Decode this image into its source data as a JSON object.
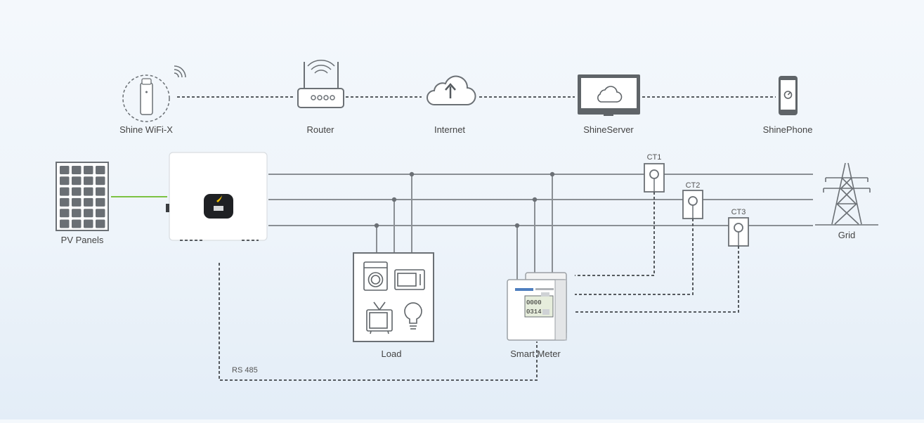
{
  "communication": {
    "wifi_label": "Shine WiFi-X",
    "router_label": "Router",
    "internet_label": "Internet",
    "server_label": "ShineServer",
    "phone_label": "ShinePhone"
  },
  "power": {
    "pv_label": "PV Panels",
    "load_label": "Load",
    "meter_label": "Smart Meter",
    "grid_label": "Grid",
    "ct1_label": "CT1",
    "ct2_label": "CT2",
    "ct3_label": "CT3",
    "rs485_label": "RS 485",
    "meter_display": [
      "0000",
      "0314"
    ]
  },
  "colors": {
    "line": "#8a8f94",
    "dashed": "#555a5f",
    "pv_link": "#7cc242",
    "device": "#ffffff",
    "device_border": "#6b7075",
    "accent": "#f2c200"
  }
}
